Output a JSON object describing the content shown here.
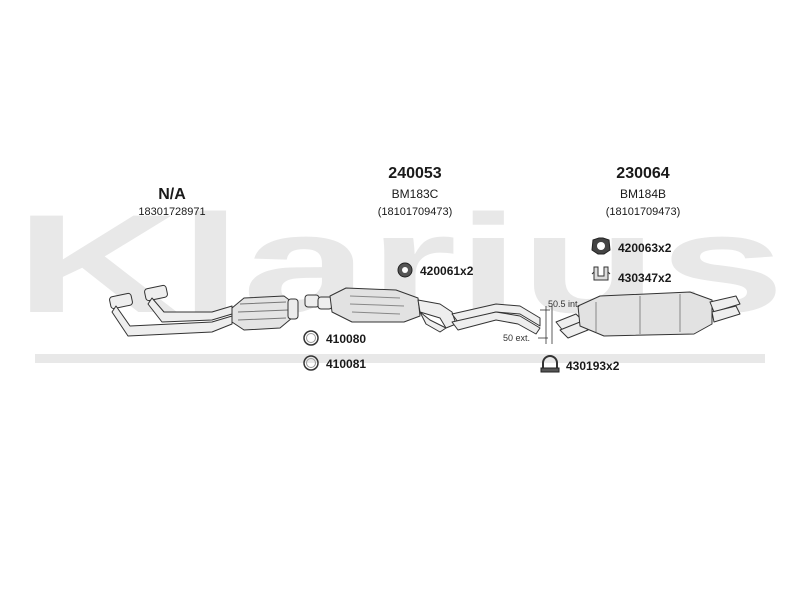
{
  "watermark": {
    "text": "Klarius",
    "color": "#e6e6e6"
  },
  "groups": [
    {
      "code": "N/A",
      "ref": "18301728971"
    },
    {
      "code": "240053",
      "model": "BM183C",
      "ref": "(18101709473)"
    },
    {
      "code": "230064",
      "model": "BM184B",
      "ref": "(18101709473)"
    }
  ],
  "parts": [
    {
      "number": "420061x2",
      "icon": "rubber-hanger-icon"
    },
    {
      "number": "410080",
      "icon": "gasket-ring-icon"
    },
    {
      "number": "410081",
      "icon": "gasket-ring-icon"
    },
    {
      "number": "420063x2",
      "icon": "rubber-mount-icon"
    },
    {
      "number": "430347x2",
      "icon": "bracket-icon"
    },
    {
      "number": "430193x2",
      "icon": "clamp-icon"
    }
  ],
  "dimensions": {
    "internal": "50.5 int.",
    "external": "50 ext."
  }
}
